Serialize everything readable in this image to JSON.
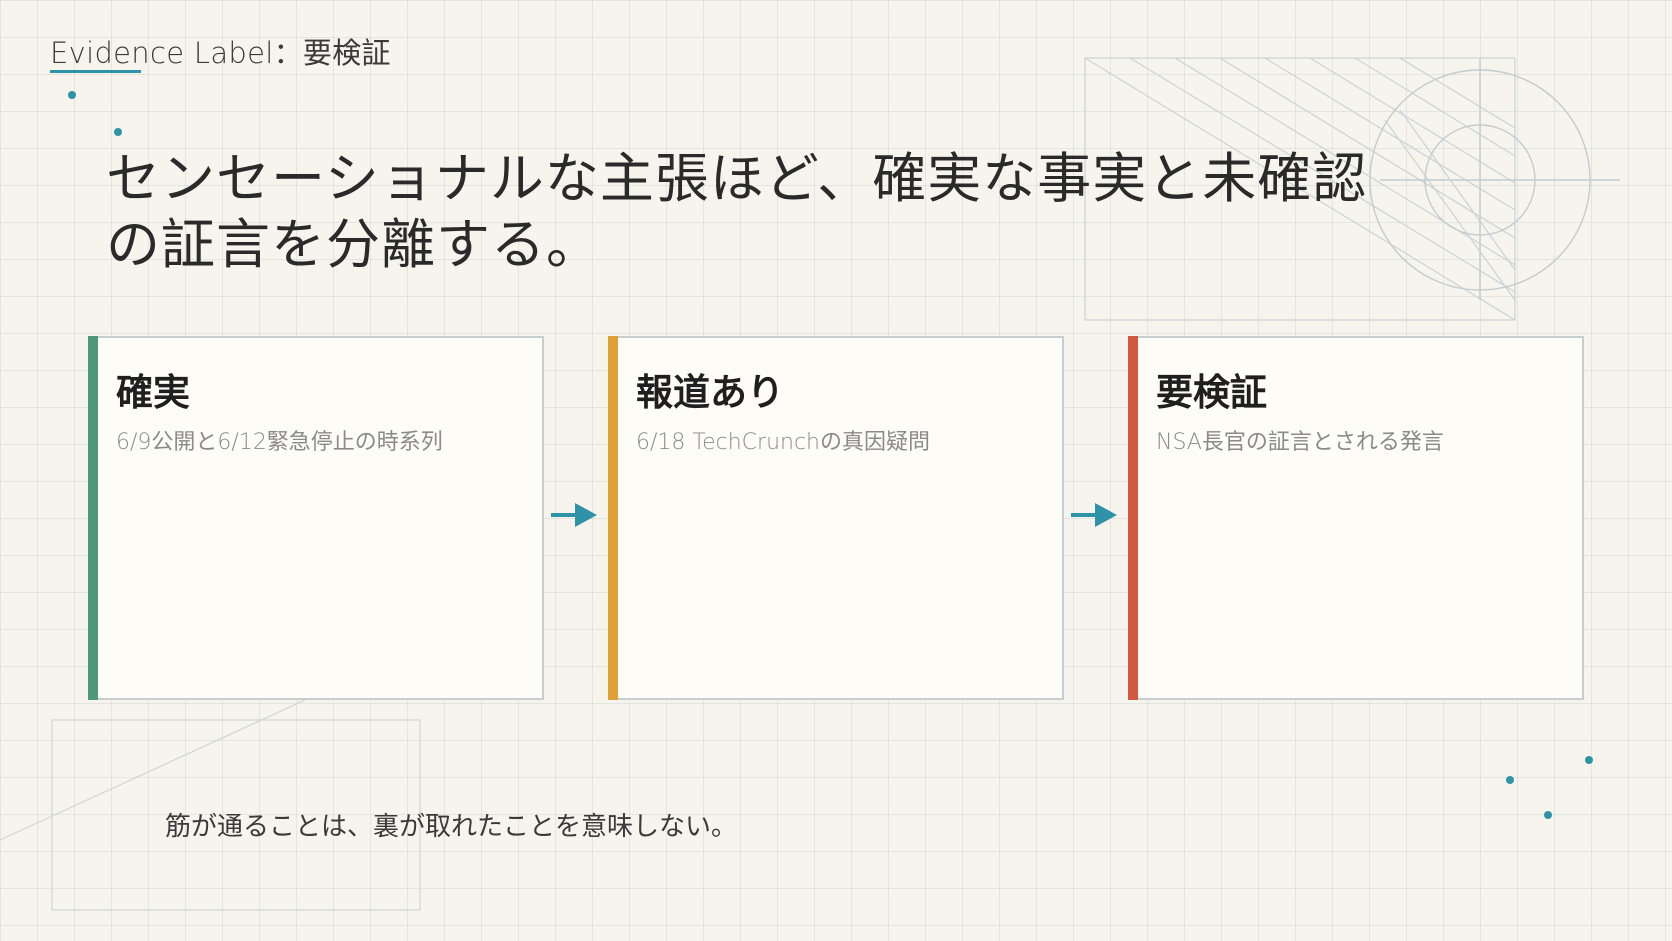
{
  "header": {
    "eyebrow": "Evidence Label：要検証",
    "headline": "センセーショナルな主張ほど、確実な事実と未確認の証言を分離する。"
  },
  "cards": [
    {
      "title": "確実",
      "desc": "6/9公開と6/12緊急停止の時系列",
      "color": "#4f9a76"
    },
    {
      "title": "報道あり",
      "desc": "6/18 TechCrunchの真因疑問",
      "color": "#e0a035"
    },
    {
      "title": "要検証",
      "desc": "NSA長官の証言とされる発言",
      "color": "#cf5a40"
    }
  ],
  "footnote": "筋が通ることは、裏が取れたことを意味しない。",
  "colors": {
    "accent": "#2f93a8",
    "background": "#f6f4ec",
    "card_border": "#c5ced0"
  },
  "icons": {
    "flow_arrow": "arrow-right-icon"
  }
}
